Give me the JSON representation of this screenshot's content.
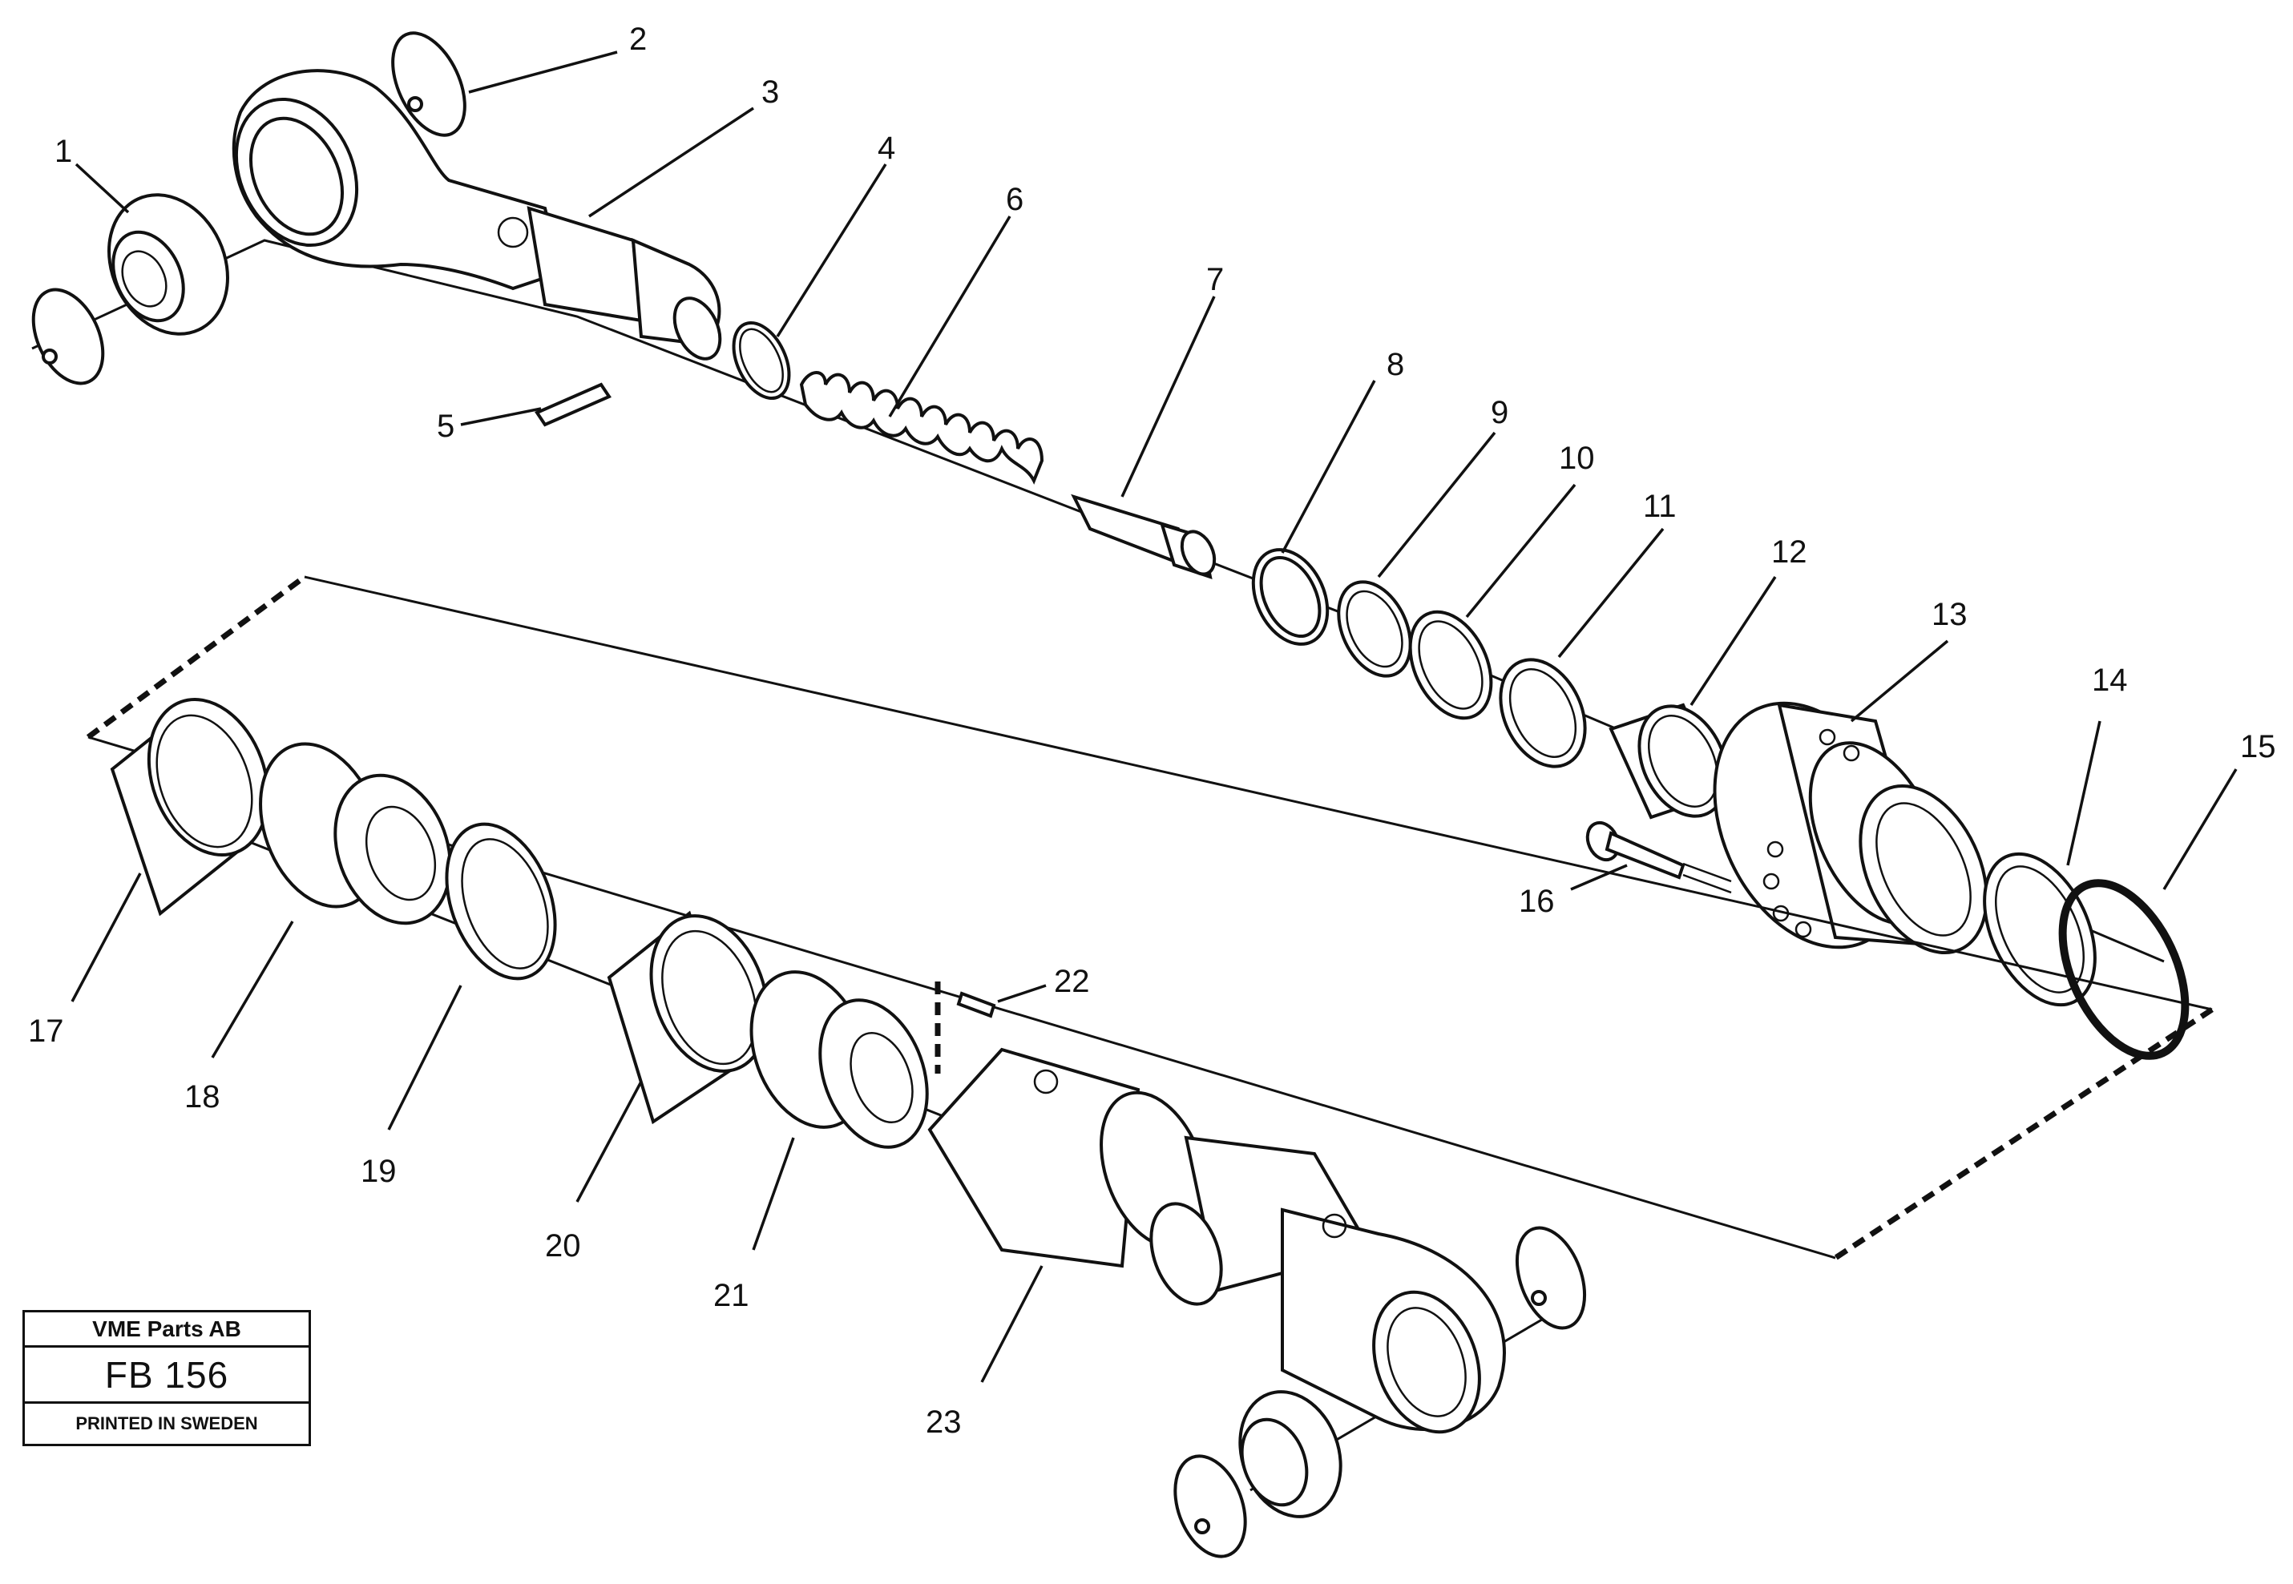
{
  "part_labels": {
    "p1": "1",
    "p2": "2",
    "p3": "3",
    "p4": "4",
    "p5": "5",
    "p6": "6",
    "p7": "7",
    "p8": "8",
    "p9": "9",
    "p10": "10",
    "p11": "11",
    "p12": "12",
    "p13": "13",
    "p14": "14",
    "p15": "15",
    "p16": "16",
    "p17": "17",
    "p18": "18",
    "p19": "19",
    "p20": "20",
    "p21": "21",
    "p22": "22",
    "p23": "23"
  },
  "stamp": {
    "company": "VME Parts AB",
    "code": "FB 156",
    "footer": "PRINTED IN SWEDEN"
  }
}
